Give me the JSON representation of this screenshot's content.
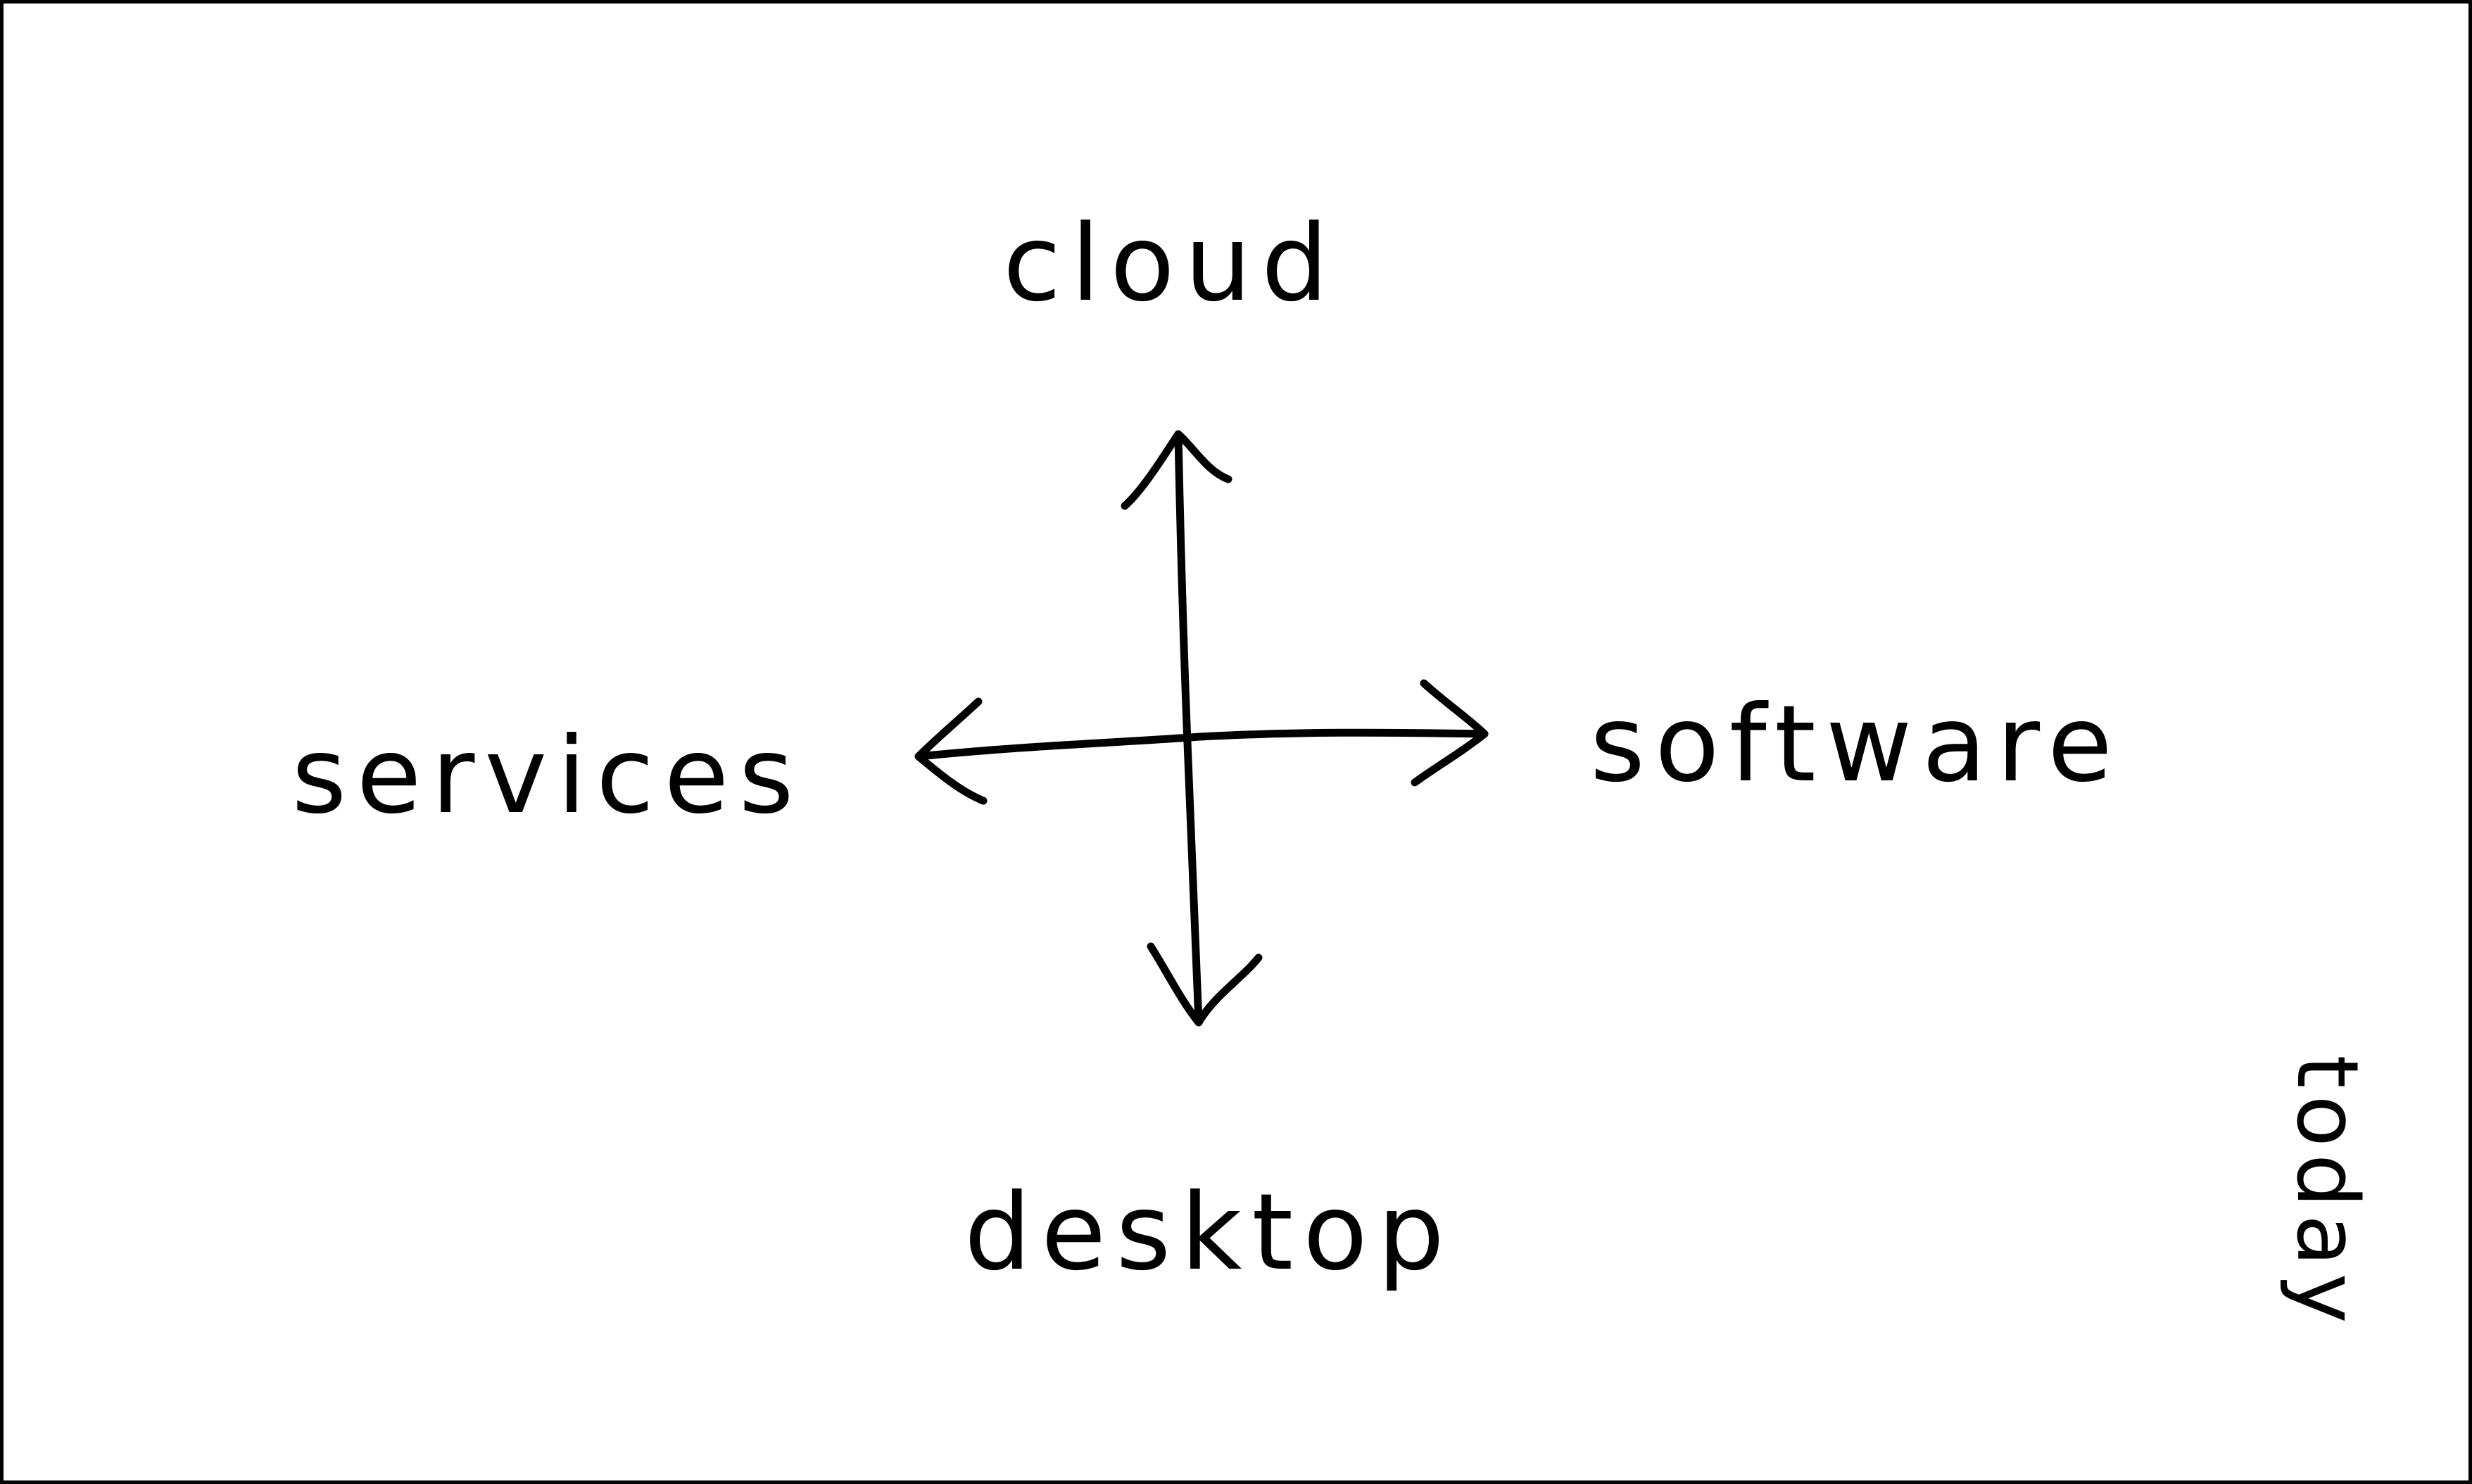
{
  "diagram": {
    "labels": {
      "top": "cloud",
      "left": "services",
      "right": "software",
      "bottom": "desktop"
    },
    "corner_note": "today",
    "colors": {
      "ink": "#000000",
      "background": "#ffffff"
    }
  }
}
